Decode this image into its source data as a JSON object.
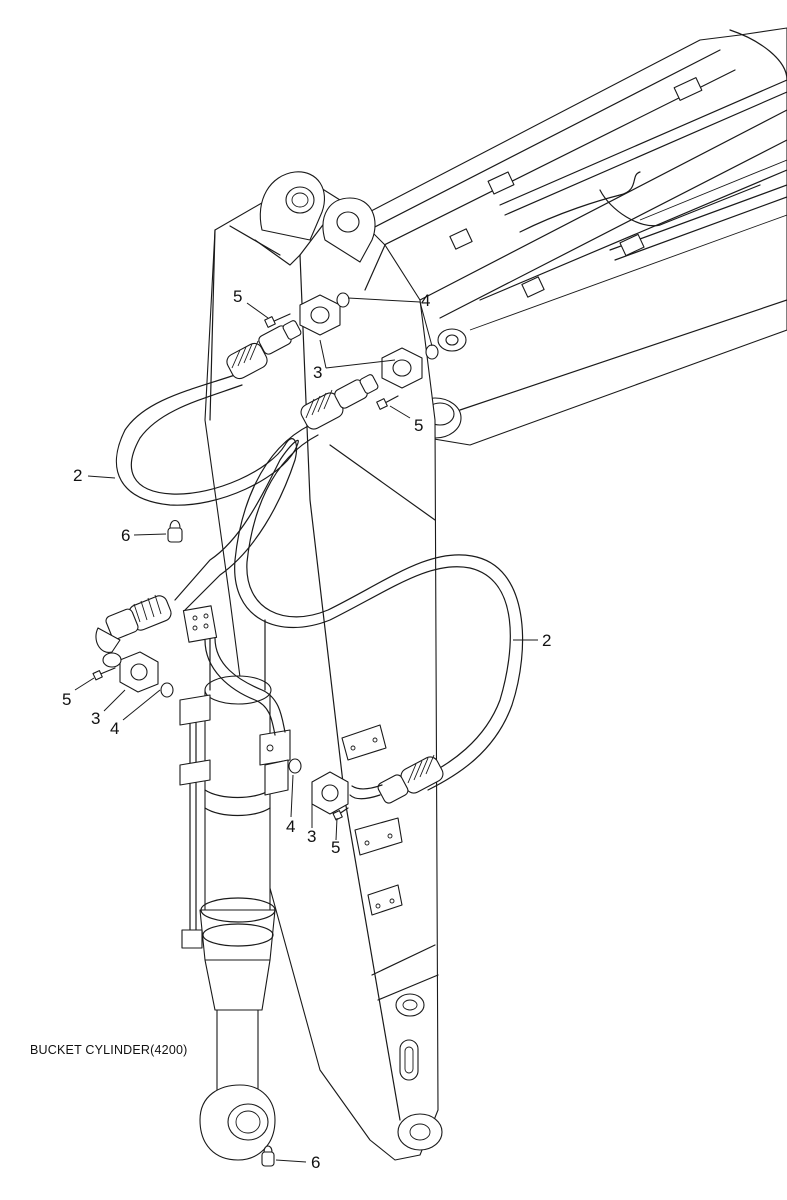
{
  "caption": "BUCKET CYLINDER(4200)",
  "callouts": {
    "c5_top": "5",
    "c4_top": "4",
    "c3_top": "3",
    "c5_right": "5",
    "c2_left": "2",
    "c6_upper": "6",
    "c2_right": "2",
    "c5_left": "5",
    "c3_left": "3",
    "c4_left": "4",
    "c4_mid": "4",
    "c3_mid": "3",
    "c5_mid": "5",
    "c6_bottom": "6"
  }
}
